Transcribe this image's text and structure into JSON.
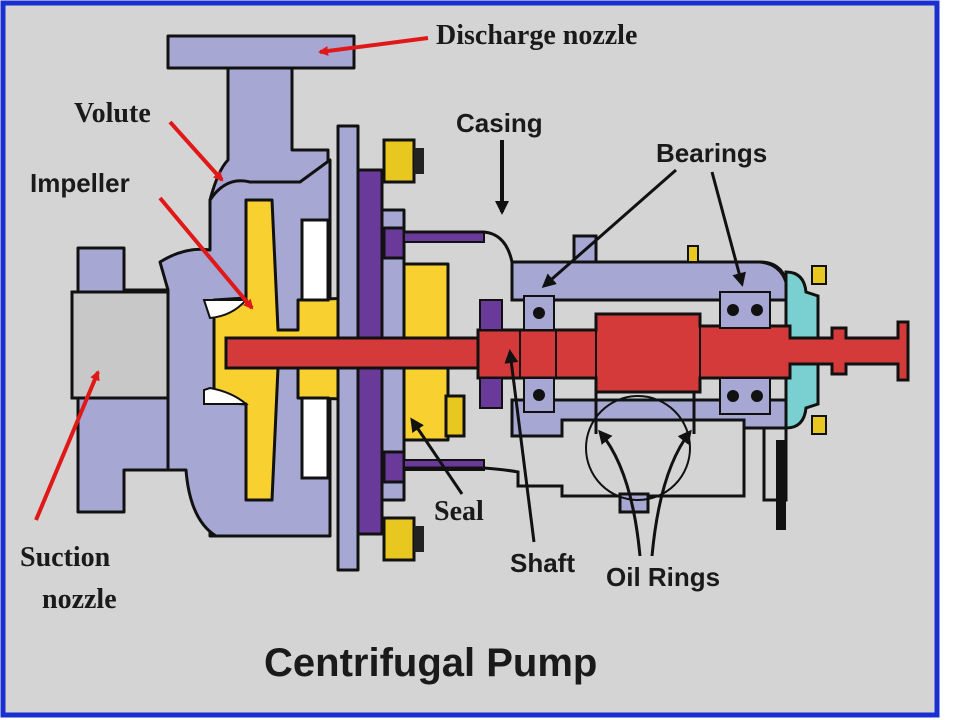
{
  "title": "Centrifugal Pump",
  "labels": {
    "discharge_nozzle": "Discharge nozzle",
    "volute": "Volute",
    "impeller": "Impeller",
    "casing": "Casing",
    "bearings": "Bearings",
    "suction_line1": "Suction",
    "suction_line2": "nozzle",
    "seal": "Seal",
    "shaft": "Shaft",
    "oil_rings": "Oil Rings"
  },
  "colors": {
    "background": "#d4d4d4",
    "frame": "#1a2fd0",
    "casing": "#a7a7d3",
    "impeller": "#f8d030",
    "shaft": "#d43a3a",
    "flange": "#6a3a9a",
    "bolt": "#e8c820",
    "bore": "#c8c8c8",
    "red_arrow": "#e01818"
  }
}
